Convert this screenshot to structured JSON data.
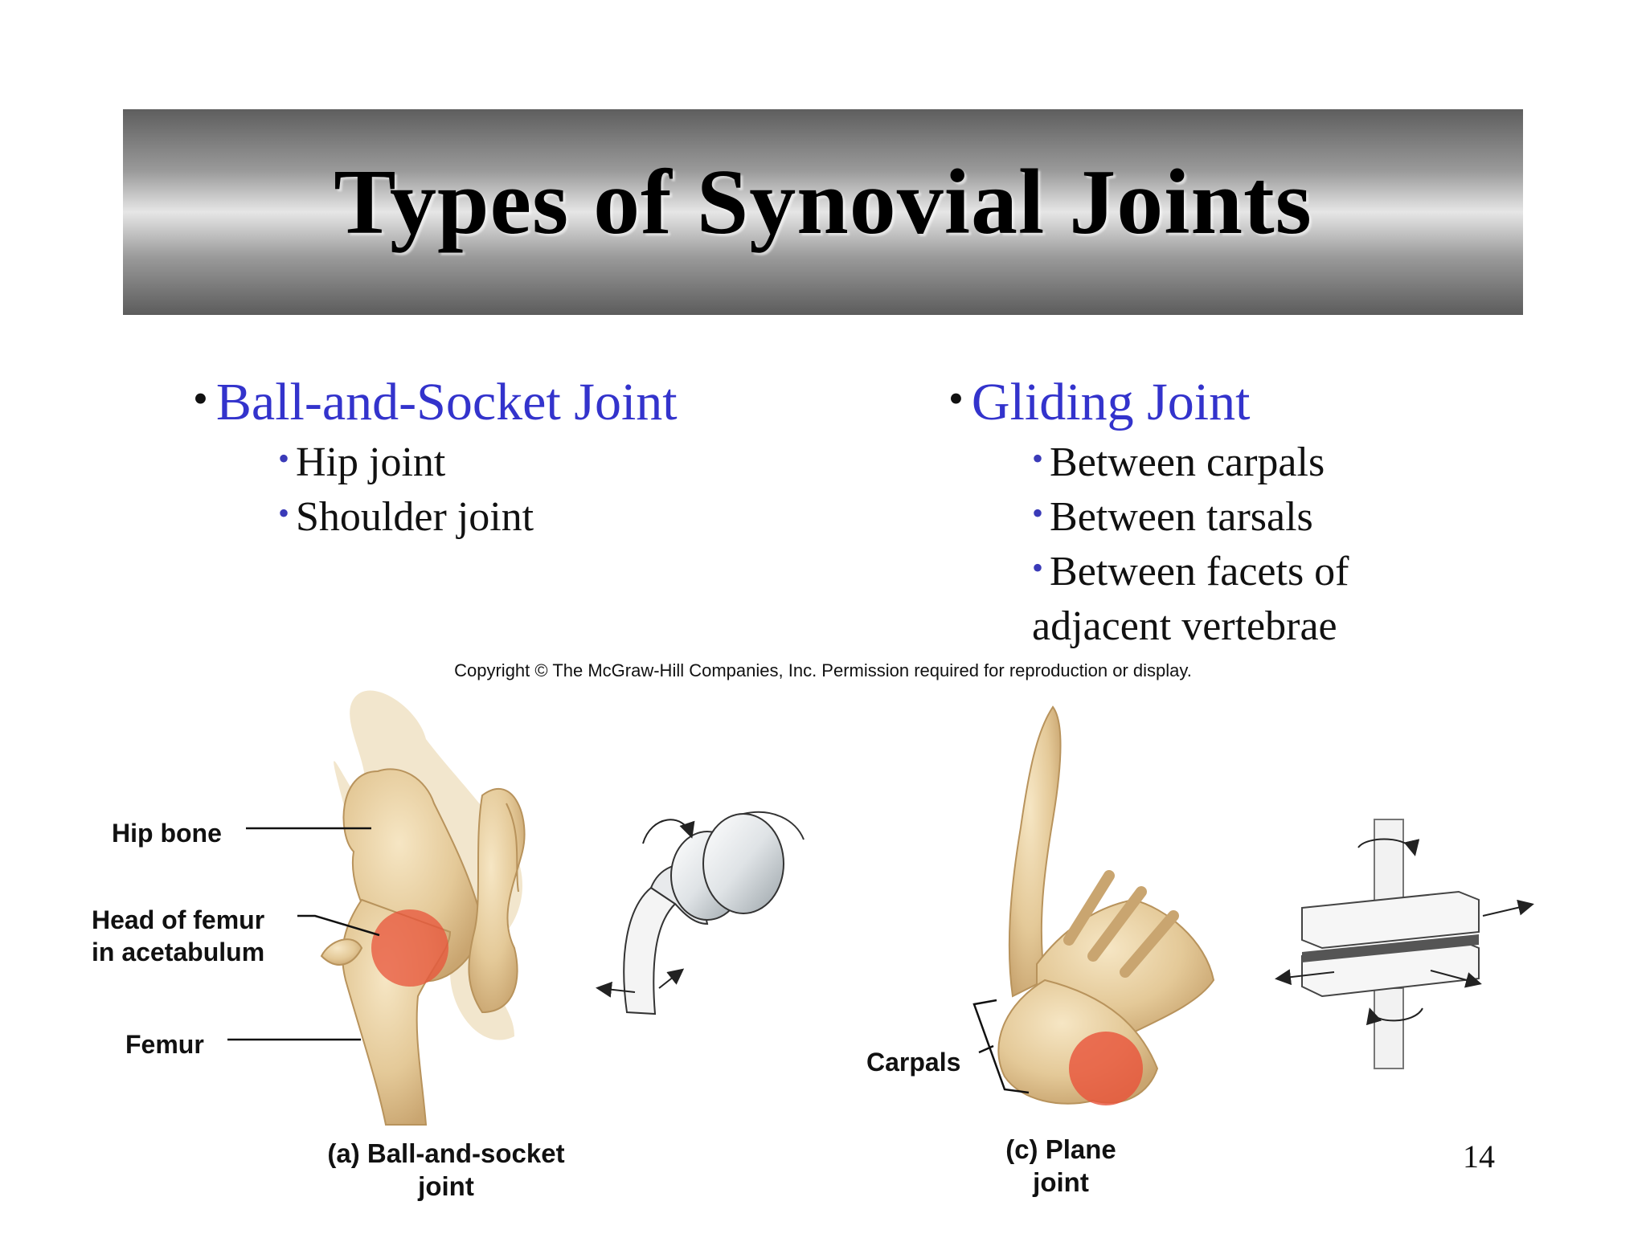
{
  "slide": {
    "title": "Types of Synovial Joints",
    "page_number": "14",
    "left_column": {
      "heading": "Ball-and-Socket Joint",
      "items": [
        "Hip joint",
        "Shoulder joint"
      ]
    },
    "right_column": {
      "heading": "Gliding Joint",
      "items": [
        "Between carpals",
        "Between tarsals",
        "Between facets of",
        "adjacent vertebrae"
      ]
    },
    "copyright": "Copyright © The McGraw-Hill Companies, Inc. Permission required for reproduction or display.",
    "figure_a": {
      "labels": {
        "hip_bone": "Hip bone",
        "head_femur_1": "Head of femur",
        "head_femur_2": "in acetabulum",
        "femur": "Femur"
      },
      "caption_1": "(a) Ball-and-socket",
      "caption_2": "joint"
    },
    "figure_c": {
      "labels": {
        "carpals": "Carpals"
      },
      "caption_1": "(c) Plane",
      "caption_2": "joint"
    }
  },
  "colors": {
    "heading_blue": "#3333cc",
    "bone": "#e8d2a6",
    "highlight": "#e8533a"
  }
}
